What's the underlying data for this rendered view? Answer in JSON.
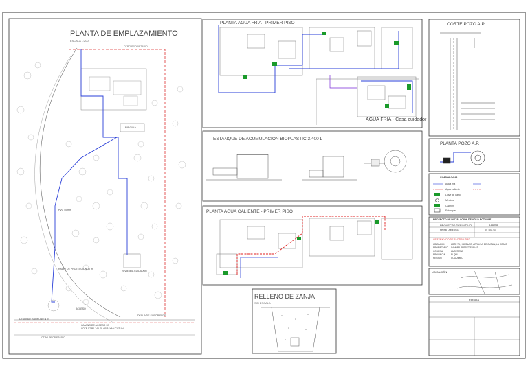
{
  "titles": {
    "site_plan": "PLANTA DE EMPLAZAMIENTO",
    "site_plan_scale": "ESCALA 1:200",
    "cold_water": "PLANTA AGUA FRIA - PRIMER PISO",
    "cold_water_caretaker": "AGUA FRIA - Casa cuidador",
    "tank": "ESTANQUE DE ACUMULACION BIOPLASTIC 3.400 L",
    "hot_water": "PLANTA AGUA CALIENTE - PRIMER PISO",
    "trench": "RELLENO DE ZANJA",
    "trench_scale": "SIN ESCALA",
    "well_section": "CORTE POZO A.P.",
    "well_plan": "PLANTA POZO A.P.",
    "location": "UBICACIÓN",
    "signatures": "FIRMAS"
  },
  "site_labels": {
    "pool": "PISCINA",
    "caretaker_house": "VIVIENDA CUIDADOR",
    "access": "ACCESO",
    "access_road": "CAMINO DE ACCESO SN",
    "access_road_lot": "LOTE 57 B1 74 I EL ARRAYAN CUTUN",
    "other_owner_bottom": "OTRO PROPIETARIO",
    "other_owner_top": "OTRO PROPIETARIO",
    "deslinde_bottom_left": "DESLINDE SURPONIENTE",
    "deslinde_bottom_right": "DESLINDE SURORIENTE",
    "pvc_line": "PVC 40 mm",
    "protection_radius": "RADIO DE PROTECCION 20 m"
  },
  "legend": {
    "title": "SIMBOLOGIA",
    "items": [
      "Agua fría",
      "Agua caliente",
      "Llave de paso",
      "Medidor",
      "Calefon",
      "Estanque"
    ]
  },
  "title_block": {
    "project": "PROYECTO DE INSTALACION DE AGUA POTABLE",
    "project_type": "PROYECTO DEFINITIVO",
    "sheet_label": "LAMINA",
    "date": "Fecha : Abril 2023",
    "sheet_number": "N° : 03 / 3",
    "certificate": "CERTIFICADO DE FACTIBILIDAD",
    "location_label": "UBICACION",
    "location_value": "LOTE 74, HIJUELA B, ARRAYAN DE CUTUN, LA ROJAS",
    "owner_label": "PROPIETARIO",
    "owner_value": "SANDRA PERRET SUBIAS",
    "comuna_label": "COMUNA",
    "comuna_value": "LA SERENA",
    "province_label": "PROVINCIA",
    "province_value": "ELQUI",
    "region_label": "REGION",
    "region_value": "COQUIMBO"
  },
  "colors": {
    "cold_water": "#2a3fd8",
    "hot_water": "#e02020",
    "valve": "#1a9a2a",
    "line": "#555555",
    "border": "#333333"
  }
}
